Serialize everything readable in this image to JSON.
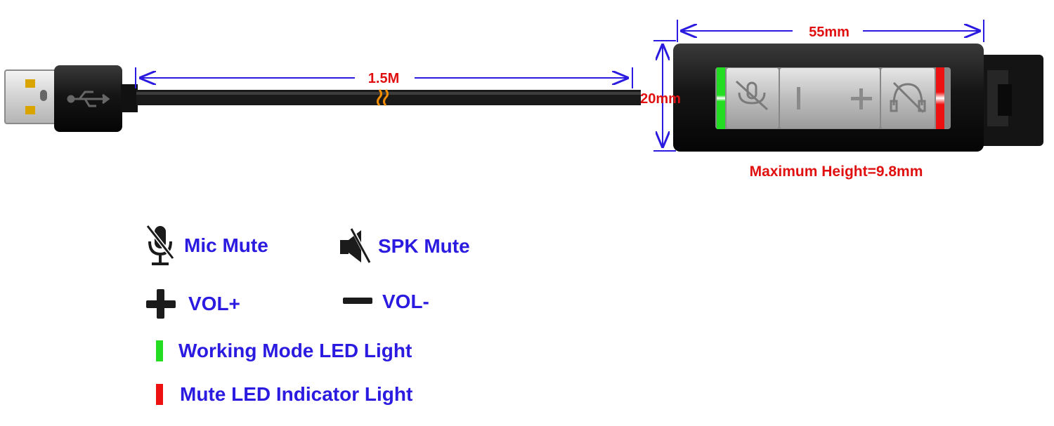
{
  "dimensions": {
    "cable_length": "1.5M",
    "box_width": "55mm",
    "box_height": "20mm",
    "max_height": "Maximum Height=9.8mm"
  },
  "legend": {
    "mic_mute": "Mic Mute",
    "spk_mute": "SPK Mute",
    "vol_up": "VOL+",
    "vol_down": "VOL-",
    "working_led": "Working Mode LED Light",
    "mute_led": "Mute LED Indicator Light"
  },
  "colors": {
    "dimension_line": "#2b1be0",
    "dimension_text": "#e01010",
    "legend_text": "#2b1be0",
    "working_led": "#22dd22",
    "mute_led": "#ee1111",
    "device_body": "#1b1b1b",
    "buttons": "#c8c8c8"
  },
  "icons": [
    "usb-icon",
    "mic-mute-icon",
    "speaker-mute-icon",
    "plus-icon",
    "minus-icon"
  ]
}
